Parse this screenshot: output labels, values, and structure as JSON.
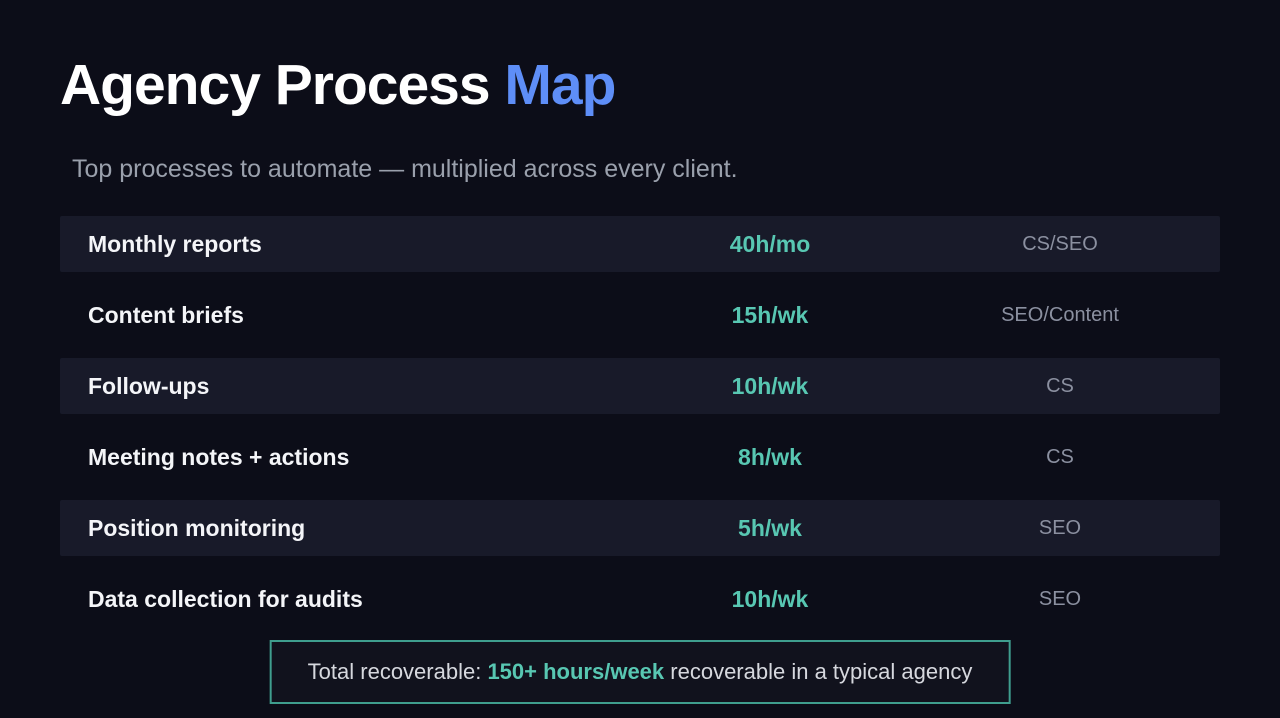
{
  "slide": {
    "title": {
      "main": "Agency Process ",
      "accent": "Map"
    },
    "subtitle": "Top processes to automate — multiplied across every client.",
    "colors": {
      "background": "#0c0d18",
      "row_stripe": "#181a29",
      "accent_blue": "#5e8ef7",
      "accent_teal": "#58c7b2",
      "muted_text": "#8b90a0"
    },
    "table": {
      "rows": [
        {
          "task": "Monthly reports",
          "time": "40h/mo",
          "team": "CS/SEO"
        },
        {
          "task": "Content briefs",
          "time": "15h/wk",
          "team": "SEO/Content"
        },
        {
          "task": "Follow-ups",
          "time": "10h/wk",
          "team": "CS"
        },
        {
          "task": "Meeting notes + actions",
          "time": "8h/wk",
          "team": "CS"
        },
        {
          "task": "Position monitoring",
          "time": "5h/wk",
          "team": "SEO"
        },
        {
          "task": "Data collection for audits",
          "time": "10h/wk",
          "team": "SEO"
        }
      ]
    },
    "footer": {
      "prefix": "Total recoverable: ",
      "highlight": "150+ hours/week",
      "suffix": " recoverable in a typical agency"
    }
  }
}
